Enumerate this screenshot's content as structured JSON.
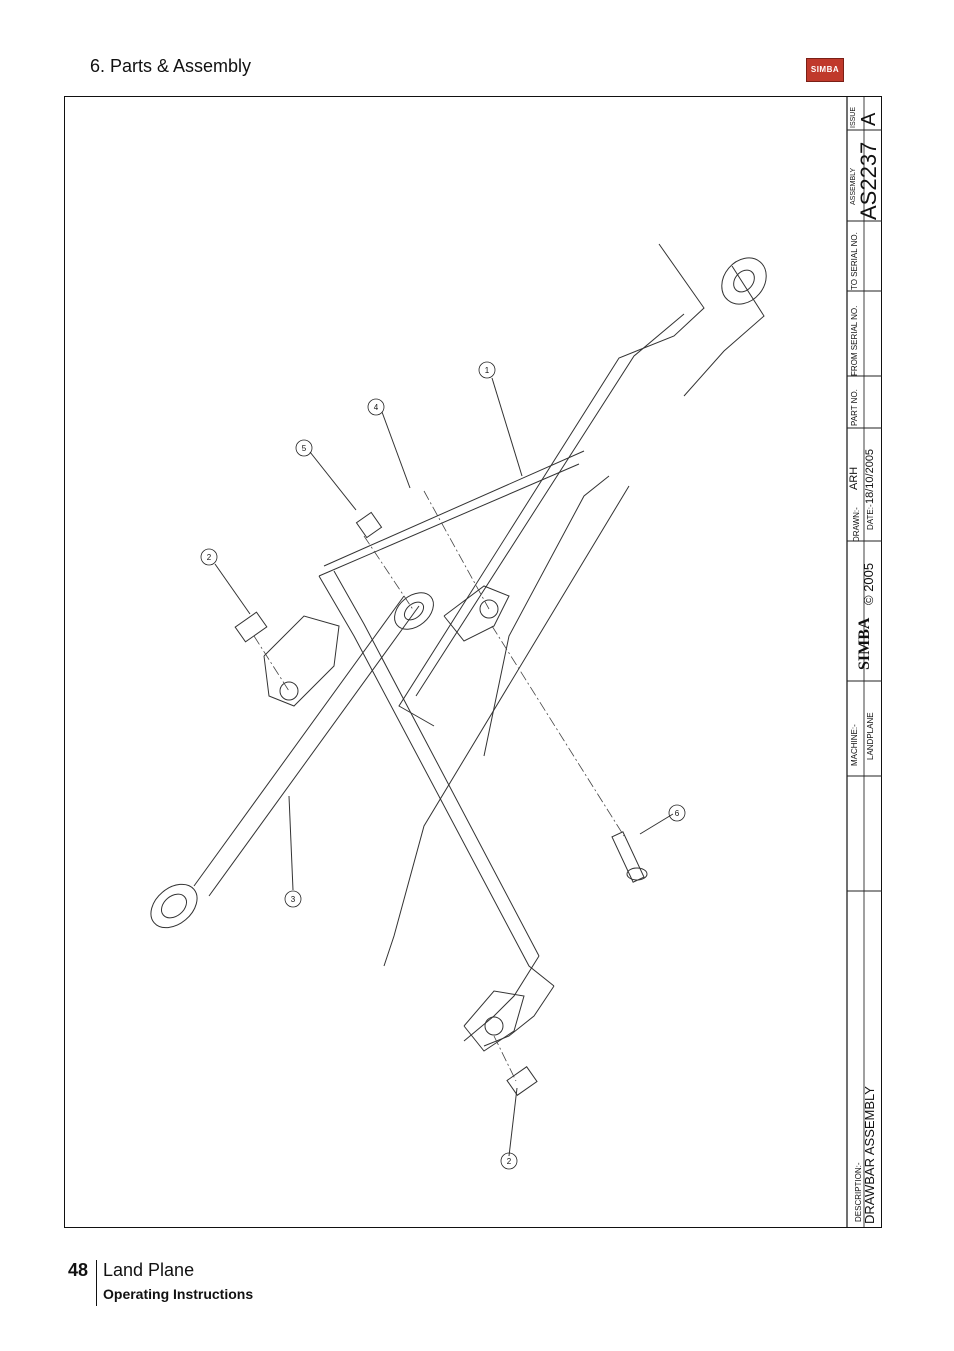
{
  "header": {
    "title": "6. Parts & Assembly",
    "logo_text": "SIMBA"
  },
  "title_block": {
    "issue_label": "ISSUE",
    "issue": "A",
    "assembly_label": "ASSEMBLY",
    "assembly_no": "AS2237",
    "to_serial_label": "TO SERIAL NO.",
    "from_serial_label": "FROM SERIAL NO.",
    "part_no_label": "PART NO.",
    "drawn_label": "DRAWN:-",
    "drawn": "ARH",
    "date_label": "DATE:-",
    "date": "18/10/2005",
    "brand": "SIMBA",
    "copyright": "© 2005",
    "machine_label": "MACHINE:-",
    "machine": "LANDPLANE",
    "description_label": "DESCRIPTION:-",
    "description": "DRAWBAR ASSEMBLY"
  },
  "callouts": [
    "1",
    "2",
    "2",
    "3",
    "4",
    "5",
    "6"
  ],
  "footer": {
    "page_number": "48",
    "title": "Land Plane",
    "subtitle": "Operating Instructions"
  }
}
